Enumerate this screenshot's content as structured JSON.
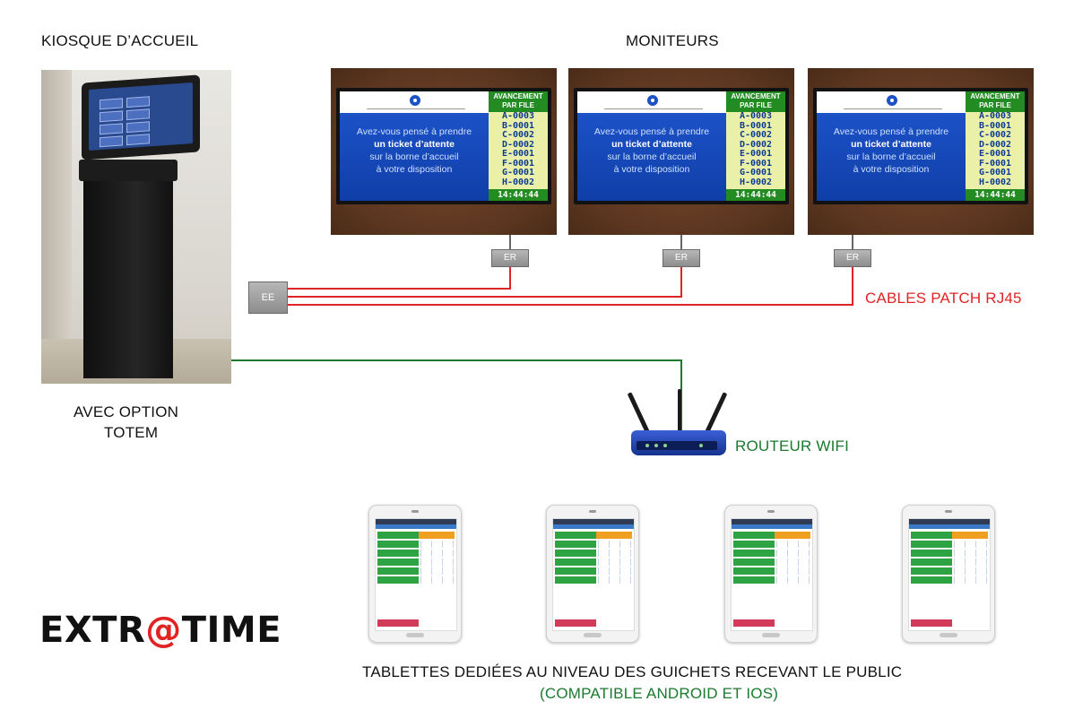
{
  "titles": {
    "kiosk": "KIOSQUE D’ACCUEIL",
    "monitors": "MONITEURS",
    "kiosk_option_line1": "AVEC OPTION",
    "kiosk_option_line2": "TOTEM",
    "cables": "CABLES PATCH RJ45",
    "router": "ROUTEUR WIFI",
    "tablets_line1": "TABLETTES DEDIÉES AU NIVEAU DES GUICHETS RECEVANT LE PUBLIC",
    "tablets_line2": "(COMPATIBLE ANDROID ET IOS)"
  },
  "brand": {
    "before": "EXTR",
    "at": "@",
    "after": "TIME"
  },
  "boxes": {
    "ee": "EE",
    "er": "ER"
  },
  "monitor_screen": {
    "header_line1": "AVANCEMENT",
    "header_line2": "PAR FILE",
    "message_line1": "Avez-vous pensé à prendre",
    "message_line2": "un ticket d’attente",
    "message_line3": "sur la borne d’accueil",
    "message_line4": "à votre disposition",
    "tickets": [
      "A-0003",
      "B-0001",
      "C-0002",
      "D-0002",
      "E-0001",
      "F-0001",
      "G-0001",
      "H-0002"
    ],
    "clock": "14:44:44"
  },
  "colors": {
    "cable_red": "#e02424",
    "cable_green": "#1a7a2e",
    "green_text": "#1a7a2e",
    "red_text": "#e02424",
    "screen_blue": "#1c52c7",
    "queue_green": "#228b22"
  }
}
